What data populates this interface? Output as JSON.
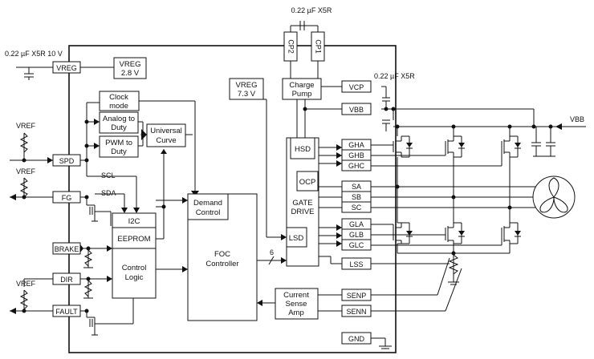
{
  "capacitors": {
    "cp_cap": "0.22 µF X5R",
    "vreg_cap": "0.22 µF X5R 10 V",
    "vcp_cap": "0.22 µF X5R"
  },
  "external": {
    "vbb": "VBB",
    "vref_spd": "VREF",
    "vref_fg": "VREF",
    "vref_dir": "VREF",
    "six": "6"
  },
  "pins": {
    "vreg": "VREG",
    "spd": "SPD",
    "fg": "FG",
    "brake": "BRAKE",
    "dir": "DIR",
    "fault": "FAULT",
    "cp2": "CP2",
    "cp1": "CP1",
    "vcp": "VCP",
    "vbb": "VBB",
    "gha": "GHA",
    "ghb": "GHB",
    "ghc": "GHC",
    "sa": "SA",
    "sb": "SB",
    "sc": "SC",
    "gla": "GLA",
    "glb": "GLB",
    "glc": "GLC",
    "lss": "LSS",
    "senp": "SENP",
    "senn": "SENN",
    "gnd": "GND"
  },
  "blocks": {
    "vreg28": [
      "VREG",
      "2.8 V"
    ],
    "vreg73": [
      "VREG",
      "7.3 V"
    ],
    "clock": [
      "Clock",
      "mode"
    ],
    "analog": [
      "Analog to",
      "Duty"
    ],
    "pwm": [
      "PWM to",
      "Duty"
    ],
    "universal": [
      "Universal",
      "Curve"
    ],
    "demand": [
      "Demand",
      "Control"
    ],
    "i2c": "I2C",
    "eeprom": "EEPROM",
    "control": [
      "Control",
      "Logic"
    ],
    "foc": [
      "FOC",
      "Controller"
    ],
    "charge_pump": [
      "Charge",
      "Pump"
    ],
    "hsd": "HSD",
    "ocp": "OCP",
    "gate_drive": [
      "GATE",
      "DRIVE"
    ],
    "lsd": "LSD",
    "csa": [
      "Current",
      "Sense",
      "Amp"
    ]
  },
  "signals": {
    "scl": "SCL",
    "sda": "SDA"
  }
}
